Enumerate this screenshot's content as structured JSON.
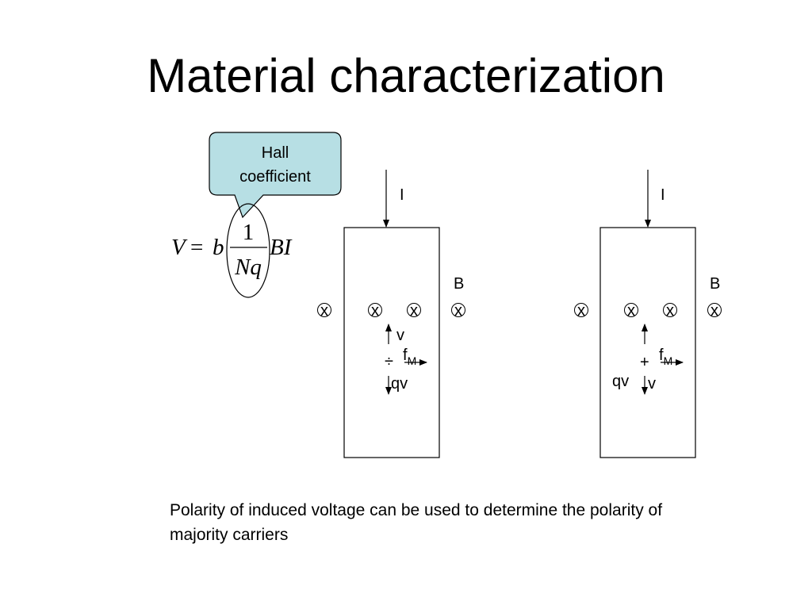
{
  "title": "Material characterization",
  "callout": {
    "line1": "Hall",
    "line2": "coefficient",
    "fill": "#b7dfe4"
  },
  "equation": {
    "lhs": "V",
    "eq": "=",
    "coef": "b",
    "numerator": "1",
    "denominator": "Nq",
    "rhs": "BI"
  },
  "panels": [
    {
      "current": "I",
      "field": "B",
      "cross": "x",
      "charge_sign": "÷",
      "upper_label": "v",
      "lower_label": "qv",
      "force": "f",
      "force_sub": "M"
    },
    {
      "current": "I",
      "field": "B",
      "cross": "x",
      "charge_sign": "+",
      "lower_left_label": "qv",
      "lower_label": "v",
      "force": "f",
      "force_sub": "M"
    }
  ],
  "caption": "Polarity of induced voltage can be used to determine the polarity of majority carriers"
}
